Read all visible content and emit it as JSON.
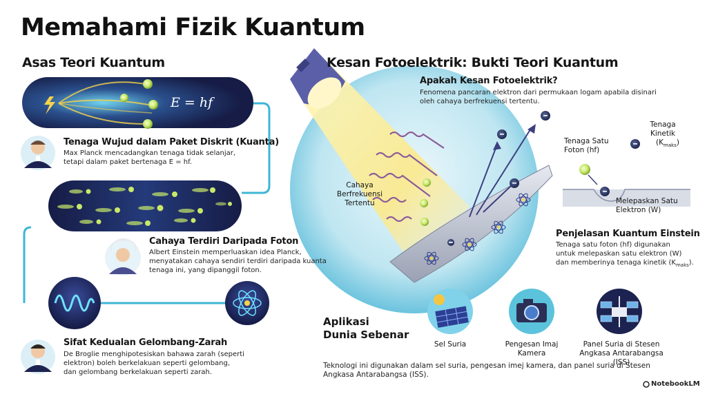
{
  "page": {
    "title": "Memahami Fizik Kuantum"
  },
  "left": {
    "heading": "Asas Teori Kuantum",
    "equation": "E = hf",
    "planck": {
      "title": "Tenaga Wujud dalam Paket Diskrit (Kuanta)",
      "line1": "Max Planck mencadangkan tenaga tidak selanjar,",
      "line2": "tetapi dalam paket bertenaga E = hf."
    },
    "einstein": {
      "title": "Cahaya Terdiri Daripada Foton",
      "line1": "Albert Einstein memperluaskan idea Planck,",
      "line2": "menyatakan cahaya sendiri terdiri daripada kuanta",
      "line3": "tenaga ini, yang dipanggil foton."
    },
    "debroglie": {
      "title": "Sifat Kedualan Gelombang-Zarah",
      "line1": "De Broglie menghipotesiskan bahawa zarah (seperti",
      "line2": "elektron) boleh berkelakuan seperti gelombang,",
      "line3": "dan gelombang berkelakuan seperti zarah."
    }
  },
  "right": {
    "heading": "Kesan Fotoelektrik: Bukti Teori Kuantum",
    "what": {
      "title": "Apakah Kesan Fotoelektrik?",
      "line1": "Fenomena pancaran elektron dari permukaan logam apabila disinari",
      "line2": "oleh cahaya berfrekuensi tertentu."
    },
    "light_label": {
      "line1": "Cahaya",
      "line2": "Berfrekuensi",
      "line3": "Tertentu"
    },
    "photon_energy": {
      "line1": "Tenaga Satu",
      "line2": "Foton (hf)"
    },
    "kinetic": {
      "line1": "Tenaga",
      "line2": "Kinetik",
      "line3_main": "(K",
      "line3_sub": "maks",
      "line3_end": ")"
    },
    "release": {
      "line1": "Melepaskan Satu",
      "line2": "Elektron (W)"
    },
    "einstein_expl": {
      "title": "Penjelasan Kuantum Einstein",
      "line1": "Tenaga satu foton (hf) digunakan",
      "line2": "untuk melepaskan satu elektron (W)",
      "line3_main": "dan memberinya tenaga kinetik (K",
      "line3_sub": "maks",
      "line3_end": ")."
    },
    "applications": {
      "heading_line1": "Aplikasi",
      "heading_line2": "Dunia Sebenar",
      "solar": "Sel Suria",
      "camera_line1": "Pengesan Imaj",
      "camera_line2": "Kamera",
      "iss_line1": "Panel Suria di Stesen",
      "iss_line2": "Angkasa Antarabangsa (ISS)",
      "footer_line1": "Teknologi ini digunakan dalam sel suria, pengesan imej kamera, dan panel suria di Stesen",
      "footer_line2": "Angkasa Antarabangsa (ISS)."
    }
  },
  "brand": "NotebookLM",
  "colors": {
    "navy": "#1c2350",
    "cyan": "#3fb6d6",
    "yellow": "#f5d44a",
    "violet": "#4a4e8f",
    "photon_green": "#c8e86a",
    "metal": "#b5bccb"
  }
}
